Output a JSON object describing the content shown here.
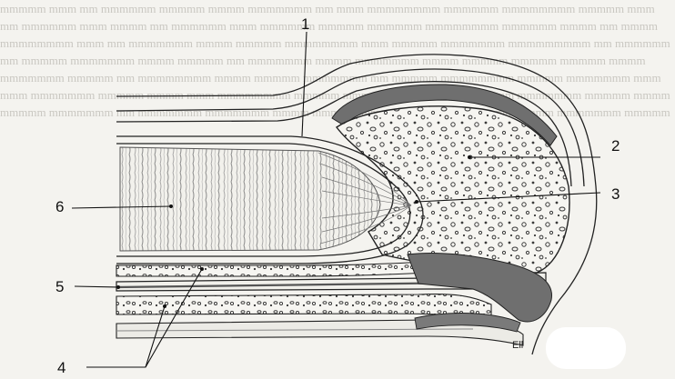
{
  "labels": {
    "l1": "1",
    "l2": "2",
    "l3": "3",
    "l4": "4",
    "l5": "5",
    "l6": "6"
  },
  "credit": "Ell",
  "colors": {
    "outline": "#222222",
    "tissue": "#eeede8",
    "dark_band": "#6f6f6f",
    "bone_dots": "#3a3a3a"
  }
}
